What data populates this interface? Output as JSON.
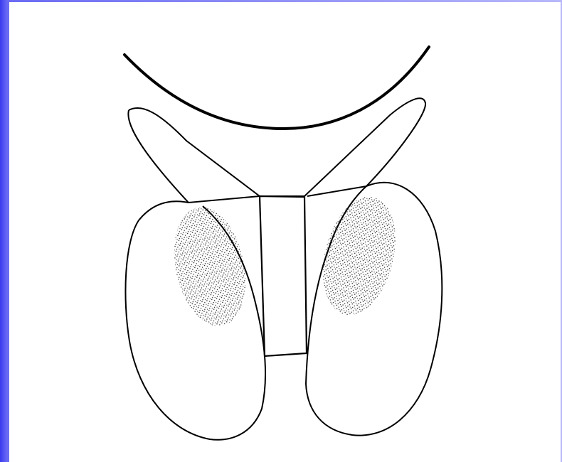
{
  "figure": {
    "kind": "line-drawing",
    "style": "black ink on white",
    "parts": [
      {
        "name": "upper-arc"
      },
      {
        "name": "v-shaped-band"
      },
      {
        "name": "center-rectangle"
      },
      {
        "name": "left-oval"
      },
      {
        "name": "right-oval"
      },
      {
        "name": "left-stippled-patch"
      },
      {
        "name": "right-stippled-patch"
      }
    ]
  },
  "colors": {
    "ink": "#000000",
    "paper": "#ffffff",
    "border_blue": "#3a3af0"
  }
}
